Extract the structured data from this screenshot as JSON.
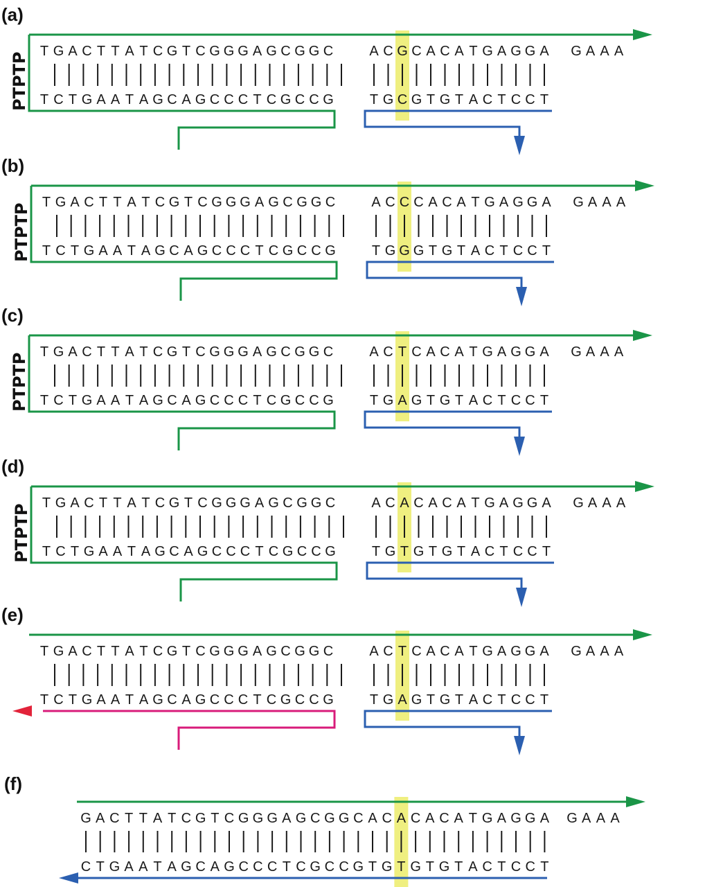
{
  "colors": {
    "green": "#1a9547",
    "blue": "#2b5fb0",
    "magenta": "#d81b7a",
    "red": "#e2233a",
    "highlight": "#ecec6a"
  },
  "panels": [
    {
      "label": "(a)",
      "side_label": "PTPTP",
      "top_left": "TGACTTATCGTCGGGAGCGGC",
      "bottom_left": "TCTGAATAGCAGCCCTCGCCG",
      "top_right": "ACGCACATGAGGA",
      "top_tail": "GAAA",
      "bottom_right": "TGCGTGTACTCCT",
      "mismatch_index": 2,
      "mismatch_top": "G",
      "mismatch_bottom": "C",
      "left_probe_color": "green",
      "enclosed": true
    },
    {
      "label": "(b)",
      "side_label": "PTPTP",
      "top_left": "TGACTTATCGTCGGGAGCGGC",
      "bottom_left": "TCTGAATAGCAGCCCTCGCCG",
      "top_right": "ACCCACATGAGGA",
      "top_tail": "GAAA",
      "bottom_right": "TGGGTGTACTCCT",
      "mismatch_index": 2,
      "mismatch_top": "C",
      "mismatch_bottom": "G",
      "left_probe_color": "green",
      "enclosed": true
    },
    {
      "label": "(c)",
      "side_label": "PTPTP",
      "top_left": "TGACTTATCGTCGGGAGCGGC",
      "bottom_left": "TCTGAATAGCAGCCCTCGCCG",
      "top_right": "ACTCACATGAGGA",
      "top_tail": "GAAA",
      "bottom_right": "TGAGTGTACTCCT",
      "mismatch_index": 2,
      "mismatch_top": "T",
      "mismatch_bottom": "A",
      "left_probe_color": "green",
      "enclosed": true
    },
    {
      "label": "(d)",
      "side_label": "PTPTP",
      "top_left": "TGACTTATCGTCGGGAGCGGC",
      "bottom_left": "TCTGAATAGCAGCCCTCGCCG",
      "top_right": "ACACACATGAGGA",
      "top_tail": "GAAA",
      "bottom_right": "TGTGTGTACTCCT",
      "mismatch_index": 2,
      "mismatch_top": "A",
      "mismatch_bottom": "T",
      "left_probe_color": "green",
      "enclosed": true
    },
    {
      "label": "(e)",
      "side_label": "",
      "top_left": "TGACTTATCGTCGGGAGCGGC",
      "bottom_left": "TCTGAATAGCAGCCCTCGCCG",
      "top_right": "ACTCACATGAGGA",
      "top_tail": "GAAA",
      "bottom_right": "TGAGTGTACTCCT",
      "mismatch_index": 2,
      "mismatch_top": "T",
      "mismatch_bottom": "A",
      "left_probe_color": "magenta",
      "enclosed": false
    }
  ],
  "panel_f": {
    "label": "(f)",
    "top": "GACTTATCGTCGGGAGCGGCACACACATGAGGA",
    "top_tail": "GAAA",
    "bottom": "CTGAATAGCAGCCCTCGCCGTGTGTGTACTCCT",
    "mismatch_index": 22,
    "mismatch_top": "A",
    "mismatch_bottom": "T"
  }
}
